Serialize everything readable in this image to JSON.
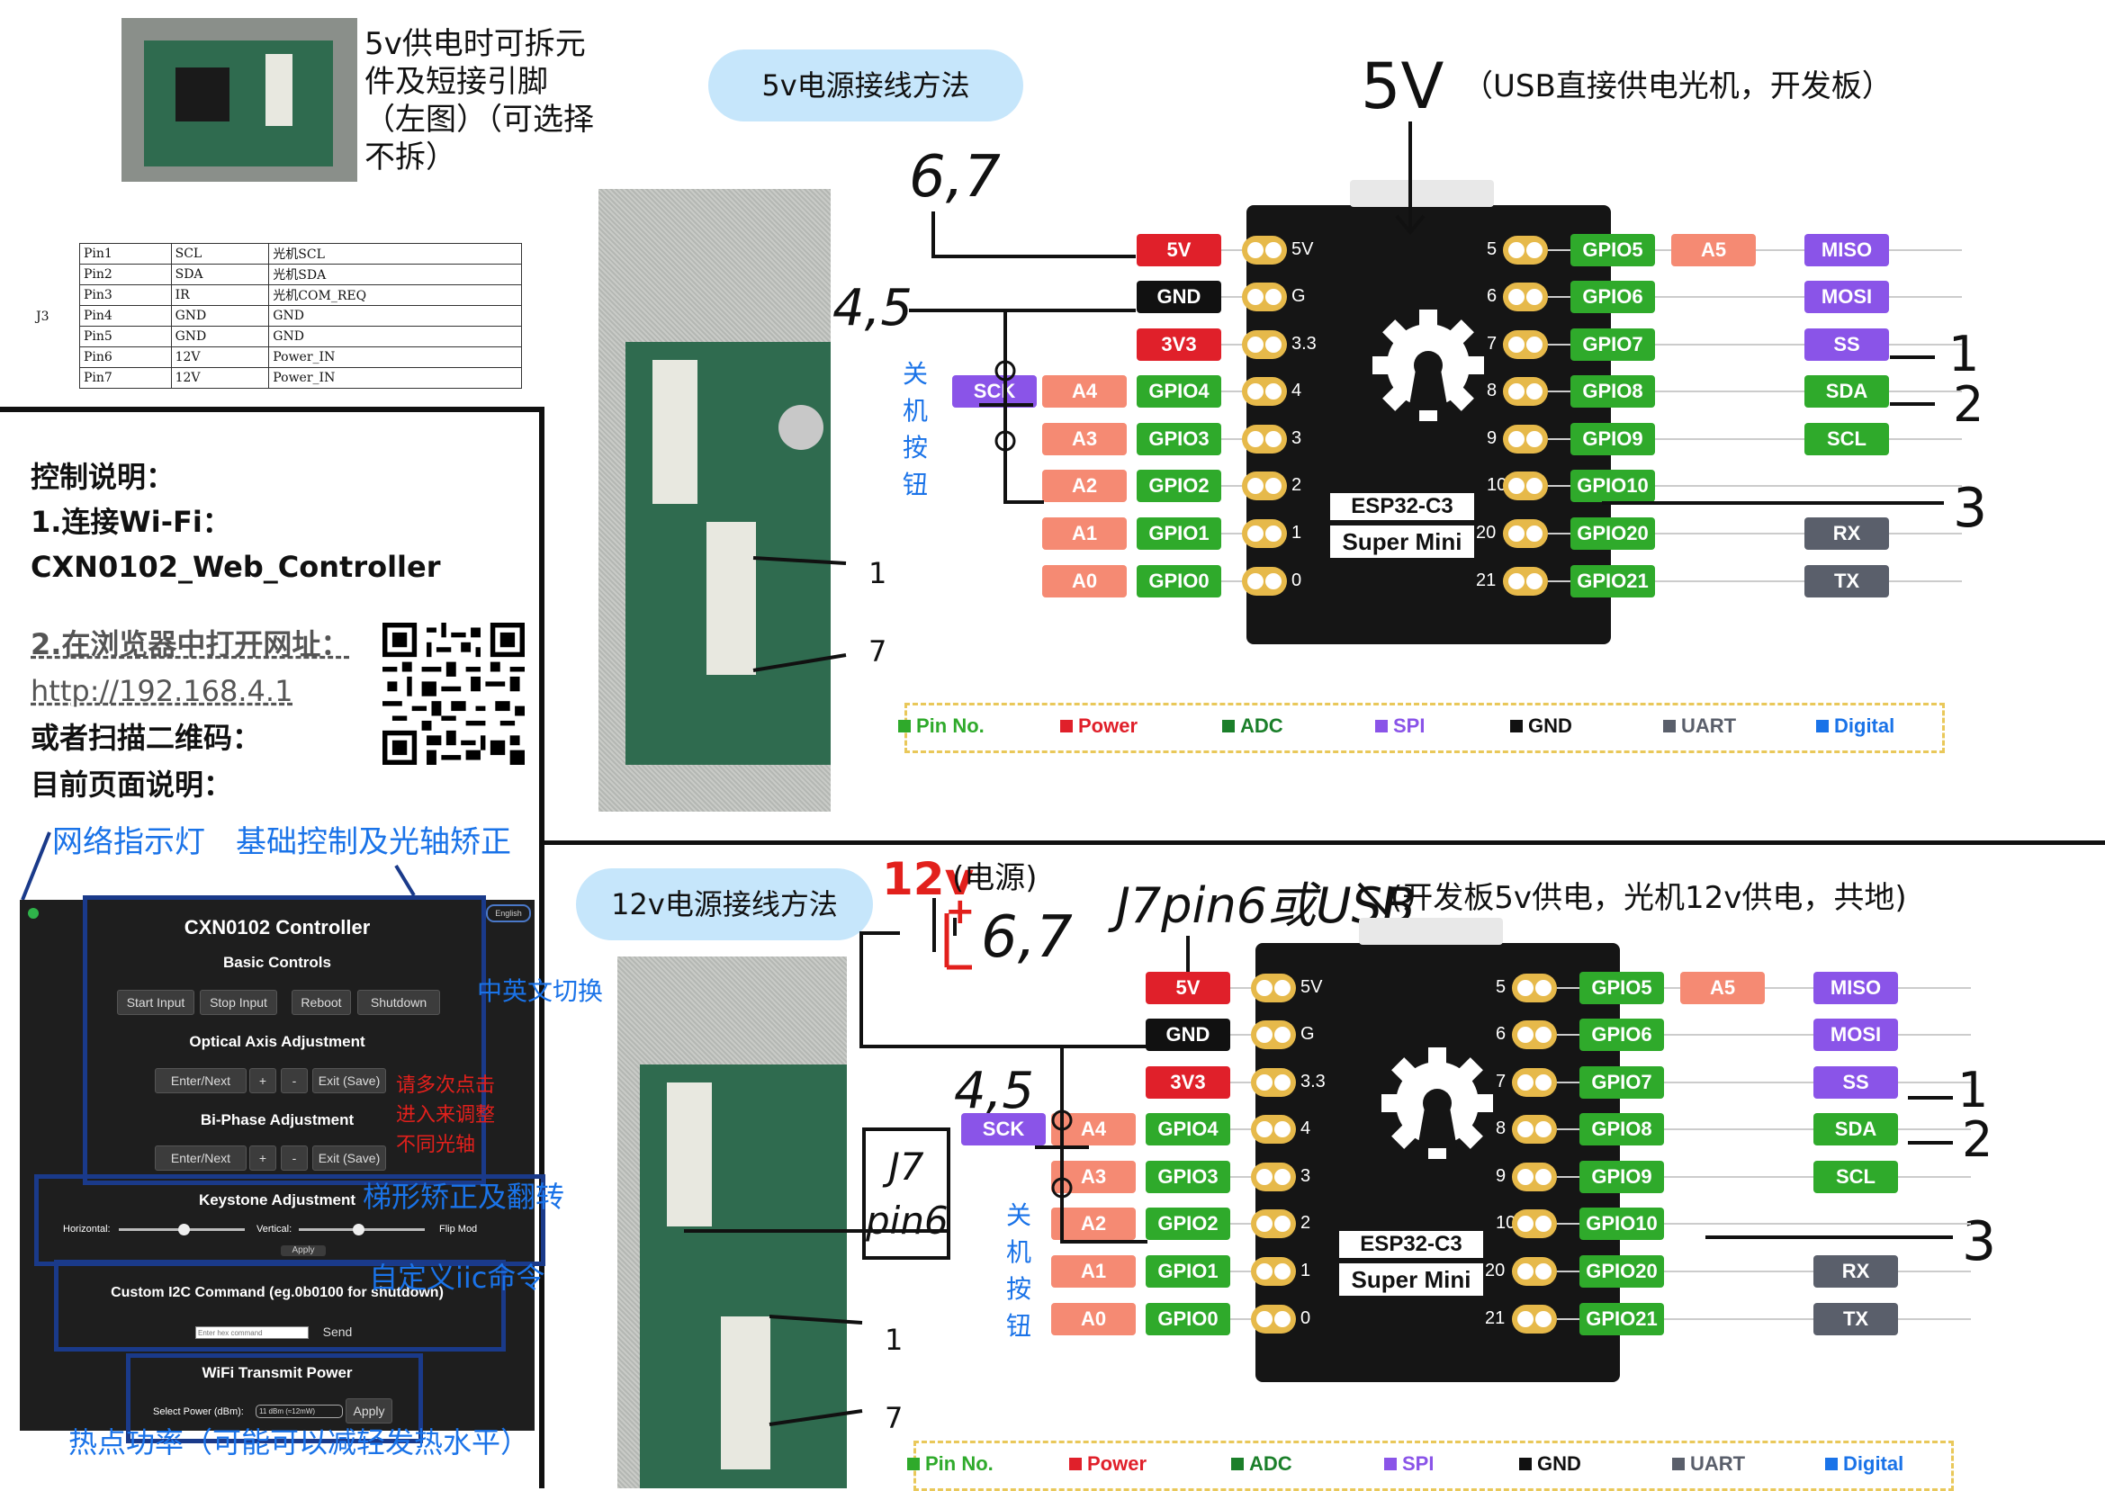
{
  "top_left": {
    "note": "5v供电时可拆元件及短接引脚（左图）（可选择不拆）",
    "table_label": "J3",
    "table": [
      [
        "Pin1",
        "SCL",
        "光机SCL"
      ],
      [
        "Pin2",
        "SDA",
        "光机SDA"
      ],
      [
        "Pin3",
        "IR",
        "光机COM_REQ"
      ],
      [
        "Pin4",
        "GND",
        "GND"
      ],
      [
        "Pin5",
        "GND",
        "GND"
      ],
      [
        "Pin6",
        "12V",
        "Power_IN"
      ],
      [
        "Pin7",
        "12V",
        "Power_IN"
      ]
    ]
  },
  "instructions": {
    "title": "控制说明：",
    "step1": "1.连接Wi-Fi：",
    "ssid": "CXN0102_Web_Controller",
    "step2": "2.在浏览器中打开网址：",
    "url": "http://192.168.4.1",
    "scan": "或者扫描二维码：",
    "page_desc": "目前页面说明：",
    "ann_led": "网络指示灯",
    "ann_basic": "基础控制及光轴矫正",
    "ann_lang": "中英文切换",
    "ann_multi": "请多次点击进入来调整不同光轴",
    "ann_keystone": "梯形矫正及翻转",
    "ann_i2c": "自定义iic命令",
    "ann_power": "热点功率（可能可以减轻发热水平）"
  },
  "controller_ui": {
    "title": "CXN0102 Controller",
    "lang_btn": "English",
    "basic_title": "Basic Controls",
    "basic_buttons": [
      "Start Input",
      "Stop Input",
      "Reboot",
      "Shutdown"
    ],
    "optical_title": "Optical Axis Adjustment",
    "optical_buttons": [
      "Enter/Next",
      "+",
      "-",
      "Exit (Save)"
    ],
    "biphase_title": "Bi-Phase Adjustment",
    "biphase_buttons": [
      "Enter/Next",
      "+",
      "-",
      "Exit (Save)"
    ],
    "keystone_title": "Keystone Adjustment",
    "horizontal_label": "Horizontal:",
    "vertical_label": "Vertical:",
    "flip_label": "Flip Mod",
    "apply_label": "Apply",
    "i2c_title": "Custom I2C Command (eg.0b0100 for shutdown)",
    "i2c_placeholder": "Enter hex command",
    "send_label": "Send",
    "wifi_title": "WiFi Transmit Power",
    "power_label": "Select Power (dBm):",
    "power_value": "11 dBm (≈12mW)",
    "power_apply": "Apply"
  },
  "section5v": {
    "cloud": "5v电源接线方法",
    "header_5v": "5V",
    "header_note": "（USB直接供电光机，开发板）",
    "ann_67": "6,7",
    "ann_45": "4,5",
    "button_label": "关机按钮",
    "ann_1": "1",
    "ann_2": "2",
    "ann_3": "3",
    "photo_1": "1",
    "photo_7": "7"
  },
  "section12v": {
    "cloud": "12v电源接线方法",
    "ann_12v": "12v",
    "ann_power": "(电源)",
    "ann_plus": "+",
    "ann_67": "6,7",
    "ann_j7": "J7pin6或USB",
    "header_note": "(开发板5v供电，光机12v供电，共地)",
    "ann_45": "4,5",
    "j7box": "J7 pin6",
    "button_label": "关机按钮",
    "ann_1": "1",
    "ann_2": "2",
    "ann_3": "3",
    "photo_1": "1",
    "photo_7": "7"
  },
  "pinout": {
    "left_labels": [
      "5V",
      "GND",
      "3V3",
      "GPIO4",
      "GPIO3",
      "GPIO2",
      "GPIO1",
      "GPIO0"
    ],
    "left_nums": [
      "5V",
      "G",
      "3.3",
      "4",
      "3",
      "2",
      "1",
      "0"
    ],
    "adc": [
      "A4",
      "A3",
      "A2",
      "A1",
      "A0"
    ],
    "sck": "SCK",
    "right_nums": [
      "5",
      "6",
      "7",
      "8",
      "9",
      "10",
      "20",
      "21"
    ],
    "right_labels": [
      "GPIO5",
      "GPIO6",
      "GPIO7",
      "GPIO8",
      "GPIO9",
      "GPIO10",
      "GPIO20",
      "GPIO21"
    ],
    "a5": "A5",
    "func": [
      "MISO",
      "MOSI",
      "SS",
      "SDA",
      "SCL",
      "",
      "RX",
      "TX"
    ],
    "chip_name": "ESP32-C3",
    "chip_sub": "Super Mini",
    "legend": [
      "Pin No.",
      "Power",
      "ADC",
      "SPI",
      "GND",
      "UART",
      "Digital"
    ]
  },
  "colors": {
    "power": "#e0202a",
    "gpio": "#2faa2b",
    "adc": "#f58a73",
    "spi": "#8a54e8",
    "gnd": "#111111",
    "uart": "#5a5f6b",
    "digital": "#1a73e8",
    "pad": "#e6b94a",
    "cloud": "#c6e6fb",
    "annotation_blue": "#1a73e8",
    "annotation_red": "#e2201c"
  },
  "icons": [
    "qr-code-icon",
    "gear-logo-icon",
    "arrow-down-icon"
  ]
}
